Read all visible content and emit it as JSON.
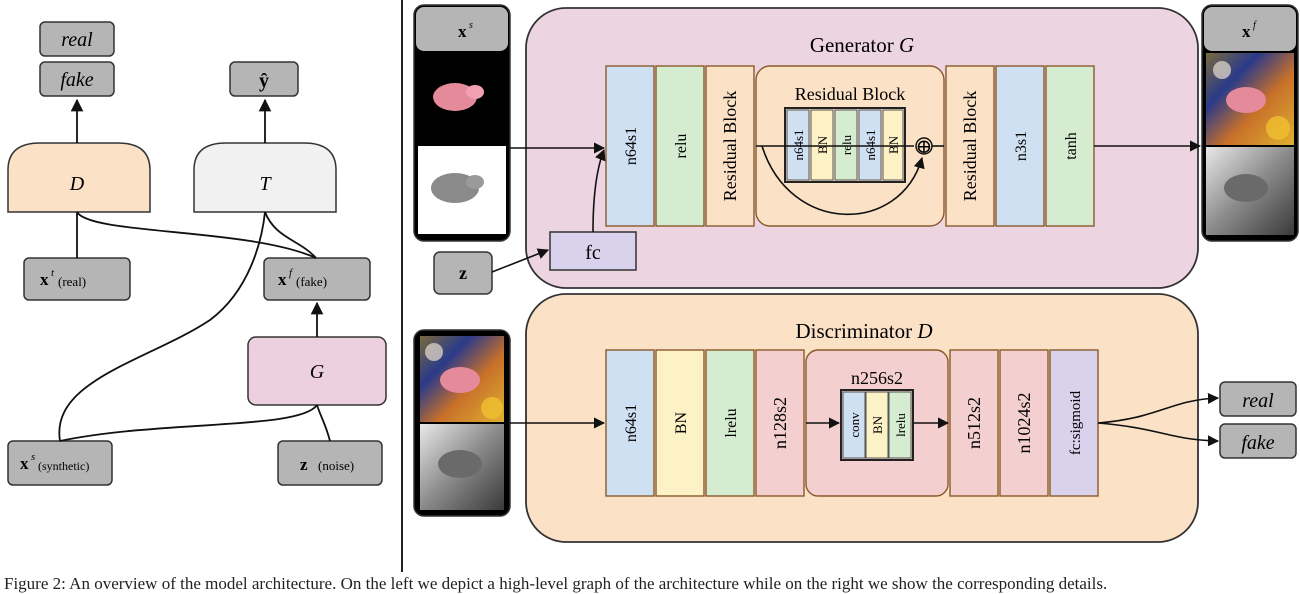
{
  "left_panel": {
    "output_real": "real",
    "output_fake": "fake",
    "node_D": "D",
    "node_T": "T",
    "node_yhat": "ŷ",
    "node_G": "G",
    "xt_symbol": "x",
    "xt_sup": "t",
    "xt_note": "(real)",
    "xf_symbol": "x",
    "xf_sup": "f",
    "xf_note": "(fake)",
    "xs_symbol": "x",
    "xs_sup": "s",
    "xs_note": "(synthetic)",
    "z_symbol": "z",
    "z_note": "(noise)"
  },
  "generator": {
    "title": "Generator",
    "title_var": "G",
    "input_symbol": "x",
    "input_sup": "s",
    "output_symbol": "x",
    "output_sup": "f",
    "noise_symbol": "z",
    "fc_label": "fc",
    "layers": [
      "n64s1",
      "relu",
      "Residual Block",
      "Residual Block",
      "n3s1",
      "tanh"
    ],
    "residual_title": "Residual Block",
    "residual_layers": [
      "n64s1",
      "BN",
      "relu",
      "n64s1",
      "BN"
    ],
    "sum_symbol": "⊕"
  },
  "discriminator": {
    "title": "Discriminator",
    "title_var": "D",
    "layers": [
      "n64s1",
      "BN",
      "lrelu",
      "n128s2",
      "n512s2",
      "n1024s2",
      "fc:sigmoid"
    ],
    "inner_title": "n256s2",
    "inner_layers": [
      "conv",
      "BN",
      "lrelu"
    ],
    "output_real": "real",
    "output_fake": "fake"
  },
  "caption": "Figure 2: An overview of the model architecture. On the left we depict a high-level graph of the architecture while on the right we show the corresponding details."
}
